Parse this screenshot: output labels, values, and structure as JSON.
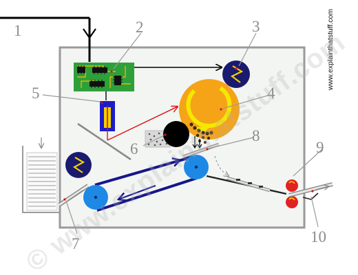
{
  "diagram": {
    "callout_labels": [
      "1",
      "2",
      "3",
      "4",
      "5",
      "6",
      "7",
      "8",
      "9",
      "10"
    ],
    "credit_text": "www.explainthatstuff.com",
    "watermark_text": "© www.explainthatstuff.com"
  },
  "colors": {
    "case_fill": "#f3f5f3",
    "case_stroke": "#9a9a9a",
    "circuit_board": "#2ea03a",
    "circuit_trace": "#e0b800",
    "scanner_motor": "#1a1a6e",
    "drum": "#f5a418",
    "drum_arrow": "#f5e800",
    "laser_unit": "#1c1cc8",
    "laser_inner": "#f2d000",
    "laser_beam": "#e01010",
    "toner_roller": "#000000",
    "belt": "#16168a",
    "belt_roller": "#1e88e5",
    "fuser_roller": "#e02222",
    "callout_line": "#9a9a9a"
  },
  "icons": {
    "motor": "lightning-zigzag",
    "belt_direction": "arrowheads",
    "paper_tray": "paper-stack"
  }
}
